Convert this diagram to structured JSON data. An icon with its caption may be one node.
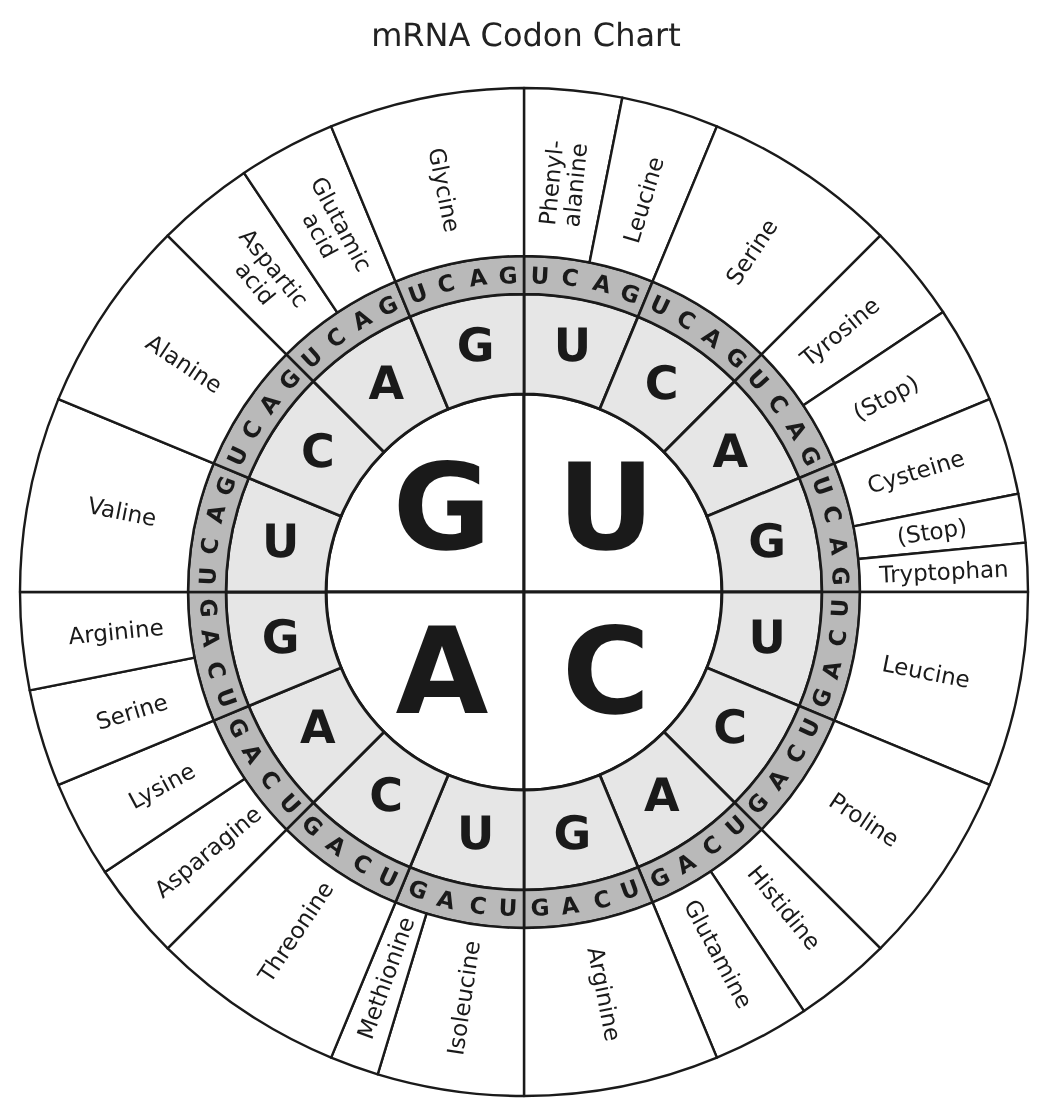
{
  "diagram": {
    "title": "mRNA Codon Chart",
    "nodes": [
      {
        "text": [
          "G"
        ]
      },
      {
        "text": [
          "U"
        ]
      },
      {
        "text": [
          "A"
        ]
      },
      {
        "text": [
          "C"
        ]
      },
      {
        "text": [
          "U"
        ]
      },
      {
        "text": [
          "C"
        ]
      },
      {
        "text": [
          "A"
        ]
      },
      {
        "text": [
          "G"
        ]
      },
      {
        "text": [
          "U"
        ]
      },
      {
        "text": [
          "C"
        ]
      },
      {
        "text": [
          "A"
        ]
      },
      {
        "text": [
          "G"
        ]
      },
      {
        "text": [
          "U"
        ]
      },
      {
        "text": [
          "C"
        ]
      },
      {
        "text": [
          "A"
        ]
      },
      {
        "text": [
          "G"
        ]
      },
      {
        "text": [
          "U"
        ]
      },
      {
        "text": [
          "C"
        ]
      },
      {
        "text": [
          "A"
        ]
      },
      {
        "text": [
          "G"
        ]
      },
      {
        "text": [
          "U",
          "C",
          "A",
          "G"
        ]
      },
      {
        "text": [
          "U",
          "C",
          "A",
          "G"
        ]
      },
      {
        "text": [
          "U",
          "C",
          "A",
          "G"
        ]
      },
      {
        "text": [
          "U",
          "C",
          "A",
          "G"
        ]
      },
      {
        "text": [
          "U",
          "C",
          "A",
          "G"
        ]
      },
      {
        "text": [
          "U",
          "C",
          "A",
          "G"
        ]
      },
      {
        "text": [
          "U",
          "C",
          "A",
          "G"
        ]
      },
      {
        "text": [
          "U",
          "C",
          "A",
          "G"
        ]
      },
      {
        "text": [
          "U",
          "C",
          "A",
          "G"
        ]
      },
      {
        "text": [
          "U",
          "C",
          "A",
          "G"
        ]
      },
      {
        "text": [
          "U",
          "C",
          "A",
          "G"
        ]
      },
      {
        "text": [
          "U",
          "C",
          "A",
          "G"
        ]
      },
      {
        "text": [
          "U",
          "C",
          "A",
          "G"
        ]
      },
      {
        "text": [
          "U",
          "C",
          "A",
          "G"
        ]
      },
      {
        "text": [
          "U",
          "C",
          "A",
          "G"
        ]
      },
      {
        "text": [
          "U",
          "C",
          "A",
          "G"
        ]
      },
      {
        "text": [
          "Phenyl- alanine"
        ]
      },
      {
        "text": [
          "Leucine"
        ]
      },
      {
        "text": [
          "Serine"
        ]
      },
      {
        "text": [
          "Tyrosine"
        ]
      },
      {
        "text": [
          "(Stop)"
        ]
      },
      {
        "text": [
          "Cysteine"
        ]
      },
      {
        "text": [
          "(Stop)"
        ]
      },
      {
        "text": [
          "Tryptophan"
        ]
      },
      {
        "text": [
          "Leucine"
        ]
      },
      {
        "text": [
          "Proline"
        ]
      },
      {
        "text": [
          "Histidine"
        ]
      },
      {
        "text": [
          "Glutamine"
        ]
      },
      {
        "text": [
          "Arginine"
        ]
      },
      {
        "text": [
          "Isoleucine"
        ]
      },
      {
        "text": [
          "Methionine"
        ]
      },
      {
        "text": [
          "Threonine"
        ]
      },
      {
        "text": [
          "Asparagine"
        ]
      },
      {
        "text": [
          "Lysine"
        ]
      },
      {
        "text": [
          "Serine"
        ]
      },
      {
        "text": [
          "Arginine"
        ]
      },
      {
        "text": [
          "Valine"
        ]
      },
      {
        "text": [
          "Alanine"
        ]
      },
      {
        "text": [
          "Aspartic acid"
        ]
      },
      {
        "text": [
          "Glutamic acid"
        ]
      },
      {
        "text": [
          "Glycine"
        ]
      }
    ]
  }
}
